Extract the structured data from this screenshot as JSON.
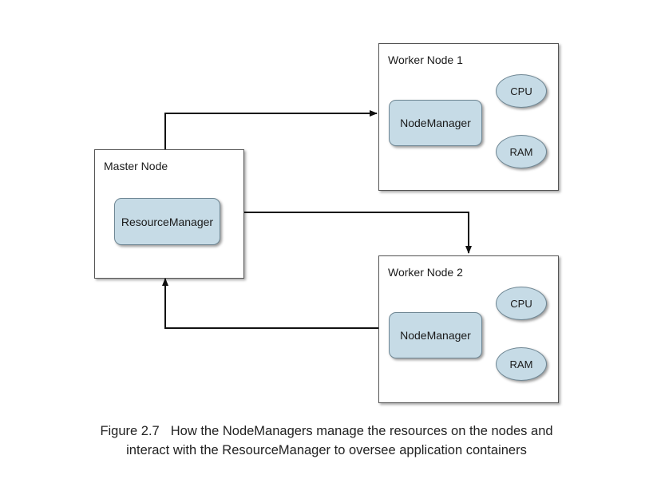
{
  "master_node": {
    "title": "Master Node",
    "component": "ResourceManager"
  },
  "worker_node_1": {
    "title": "Worker Node 1",
    "component": "NodeManager",
    "resources": [
      "CPU",
      "RAM"
    ]
  },
  "worker_node_2": {
    "title": "Worker Node 2",
    "component": "NodeManager",
    "resources": [
      "CPU",
      "RAM"
    ]
  },
  "caption": {
    "label": "Figure 2.7",
    "line1": "How the NodeManagers manage the resources on the nodes and",
    "line2": "interact with the ResourceManager to oversee application containers"
  },
  "colors": {
    "component_fill": "#c6dbe6",
    "component_border": "#6f8794",
    "box_border": "#555555",
    "arrow": "#111111"
  }
}
